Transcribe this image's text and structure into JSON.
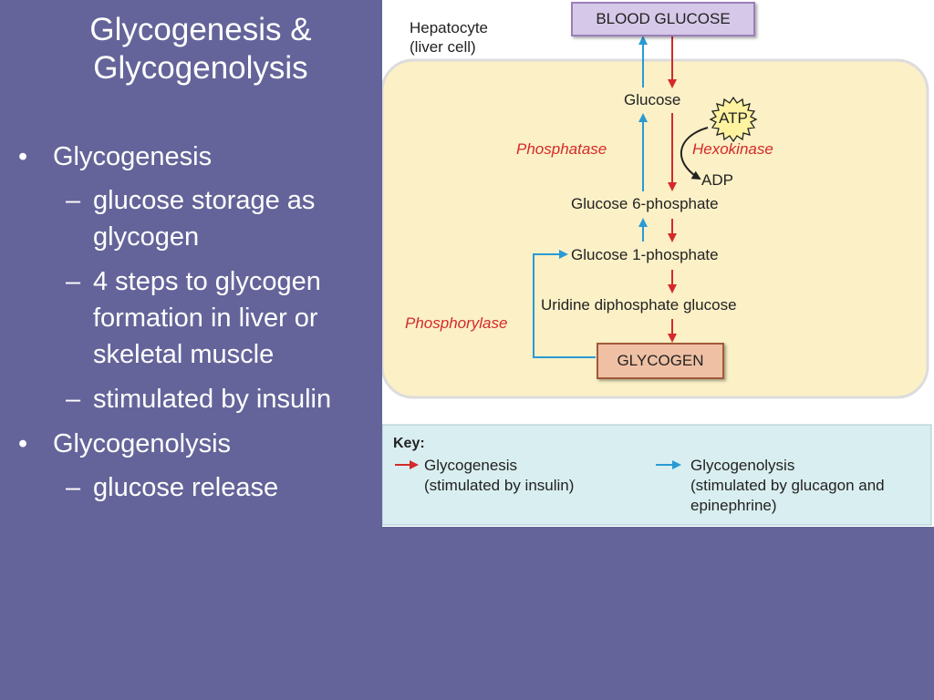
{
  "slide": {
    "title_line1": "Glycogenesis &",
    "title_line2": "Glycogenolysis",
    "bullets": [
      {
        "marker": "•",
        "text_lines": [
          "Glycogenesis"
        ]
      },
      {
        "marker": "–",
        "text_lines": [
          "glucose storage as",
          "glycogen"
        ]
      },
      {
        "marker": "–",
        "text_lines": [
          "4 steps to glycogen",
          "formation in liver or",
          "skeletal muscle"
        ]
      },
      {
        "marker": "–",
        "text_lines": [
          "stimulated by insulin"
        ]
      },
      {
        "marker": "•",
        "text_lines": [
          "Glycogenolysis"
        ]
      },
      {
        "marker": "–",
        "text_lines": [
          "glucose release"
        ]
      }
    ]
  },
  "diagram": {
    "hepatocyte_line1": "Hepatocyte",
    "hepatocyte_line2": "(liver cell)",
    "blood_glucose": "BLOOD GLUCOSE",
    "glucose": "Glucose",
    "atp": "ATP",
    "adp": "ADP",
    "phosphatase": "Phosphatase",
    "hexokinase": "Hexokinase",
    "glucose_6_phosphate": "Glucose 6-phosphate",
    "glucose_1_phosphate": "Glucose 1-phosphate",
    "udp_glucose": "Uridine diphosphate glucose",
    "phosphorylase": "Phosphorylase",
    "glycogen": "GLYCOGEN"
  },
  "key": {
    "title": "Key:",
    "glycogenesis_line1": "Glycogenesis",
    "glycogenesis_line2": "(stimulated by insulin)",
    "glycogenolysis_line1": "Glycogenolysis",
    "glycogenolysis_line2": "(stimulated by glucagon and",
    "glycogenolysis_line3": "epinephrine)"
  },
  "colors": {
    "background": "#64649a",
    "glycogenesis_arrow": "#d42a2a",
    "glycogenolysis_arrow": "#2a9ad4",
    "cell_fill": "#fbf0c6",
    "key_fill": "#d9eef0"
  }
}
